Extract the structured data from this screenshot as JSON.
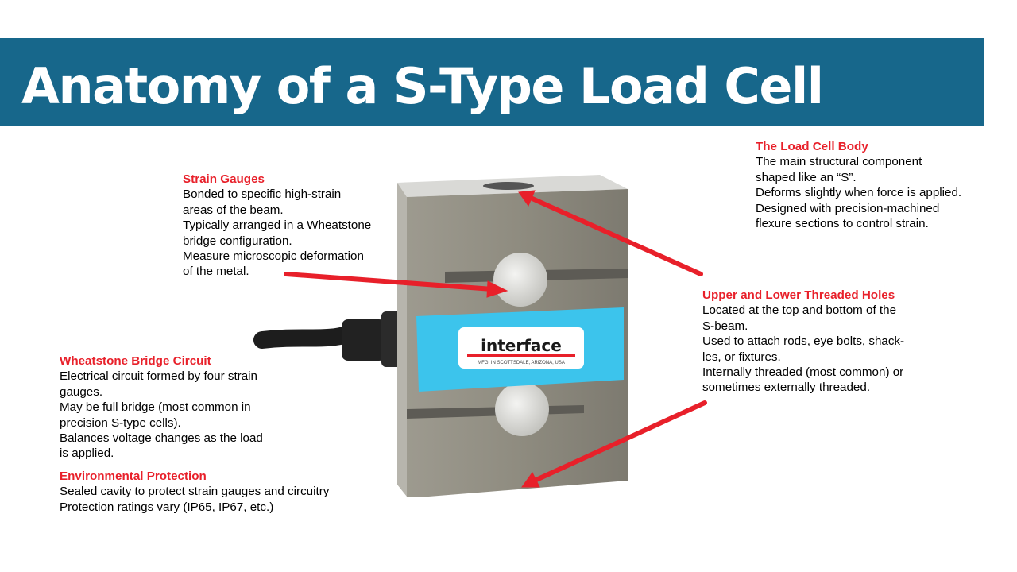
{
  "title": "Anatomy of a S-Type Load Cell",
  "colors": {
    "banner": "#17678b",
    "heading": "#e8202a",
    "arrow": "#e8202a",
    "label": "#3cc4ec"
  },
  "product_label": {
    "brand": "interface",
    "tagline": "MFG. IN SCOTTSDALE, ARIZONA, USA"
  },
  "sections": {
    "strain_gauges": {
      "heading": "Strain Gauges",
      "lines": [
        "Bonded to specific high-strain",
        "areas of the beam.",
        "Typically arranged in a Wheatstone",
        "bridge configuration.",
        "Measure microscopic deformation",
        "of the metal."
      ]
    },
    "load_cell_body": {
      "heading": "The Load Cell Body",
      "lines": [
        "The main structural component",
        "shaped like an “S”.",
        "Deforms slightly when force is applied.",
        "Designed with precision-machined",
        "flexure sections to control strain."
      ]
    },
    "threaded_holes": {
      "heading": "Upper and Lower Threaded Holes",
      "lines": [
        "Located at the top and bottom of the",
        "S-beam.",
        "Used to attach rods, eye bolts, shack-",
        "les, or fixtures.",
        "Internally threaded (most common) or",
        "sometimes externally threaded."
      ]
    },
    "wheatstone": {
      "heading": "Wheatstone Bridge Circuit",
      "lines": [
        "Electrical circuit formed by four strain",
        "gauges.",
        "May be full bridge (most common in",
        "precision S-type cells).",
        "Balances voltage changes as the load",
        "is applied."
      ]
    },
    "environmental": {
      "heading": "Environmental Protection",
      "lines": [
        "Sealed cavity to protect strain gauges and circuitry",
        "Protection ratings vary (IP65, IP67, etc.)"
      ]
    }
  }
}
